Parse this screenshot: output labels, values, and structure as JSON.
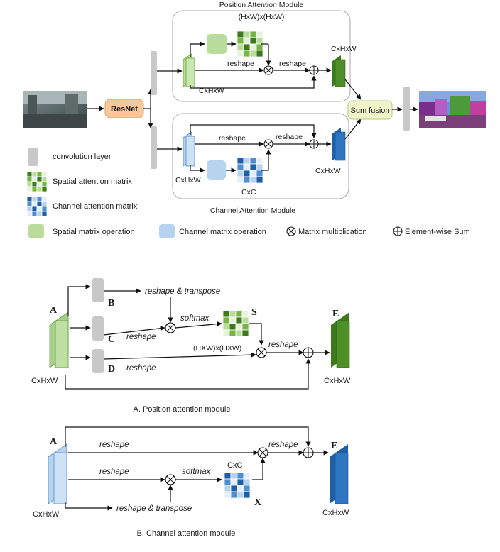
{
  "top": {
    "position_module_title": "Position Attention Module",
    "channel_module_title": "Channel Attention Module",
    "resnet_label": "ResNet",
    "sum_fusion_label": "Sum fusion",
    "pos_matrix_dim": "(HxW)x(HxW)",
    "pos_reshape_1": "reshape",
    "pos_reshape_2": "reshape",
    "pos_in_dim": "CxHxW",
    "pos_out_dim": "CxHxW",
    "ch_reshape_1": "reshape",
    "ch_reshape_2": "reshape",
    "ch_in_dim": "CxHxW",
    "ch_out_dim": "CxHxW",
    "ch_matrix_dim": "CxC"
  },
  "legend": {
    "conv_layer": "convolution layer",
    "spatial_attention": "Spatial attention matrix",
    "channel_attention": "Channel attention matrix",
    "spatial_op": "Spatial matrix operation",
    "channel_op": "Channel matrix operation",
    "mat_mul": "Matrix multiplication",
    "elem_sum": "Element-wise Sum"
  },
  "position": {
    "label_A": "A",
    "label_B": "B",
    "label_C": "C",
    "label_D": "D",
    "label_S": "S",
    "label_E": "E",
    "reshape_transpose": "reshape & transpose",
    "softmax": "softmax",
    "reshape_c": "reshape",
    "reshape_d": "reshape",
    "reshape_out": "reshape",
    "matrix_dim": "(HXW)x(HXW)",
    "in_dim": "CxHxW",
    "out_dim": "CxHxW",
    "caption": "A. Position attention module"
  },
  "channel": {
    "label_A": "A",
    "label_X": "X",
    "label_E": "E",
    "reshape_top": "reshape",
    "reshape_mid": "reshape",
    "reshape_out": "reshape",
    "reshape_transpose": "reshape & transpose",
    "softmax": "softmax",
    "matrix_dim": "CxC",
    "in_dim": "CxHxW",
    "out_dim": "CxHxW",
    "caption": "B. Channel attention module"
  },
  "colors": {
    "green_light": "#b9dc9a",
    "green_mid": "#76b545",
    "green_dark": "#3d7a1e",
    "blue_light": "#b8d3ee",
    "blue_mid": "#4f8fd0",
    "blue_dark": "#1f5fa8",
    "grey_bar": "#c8c8c8",
    "resnet_fill": "#f8c89a",
    "sum_fill": "#eef3c8"
  }
}
